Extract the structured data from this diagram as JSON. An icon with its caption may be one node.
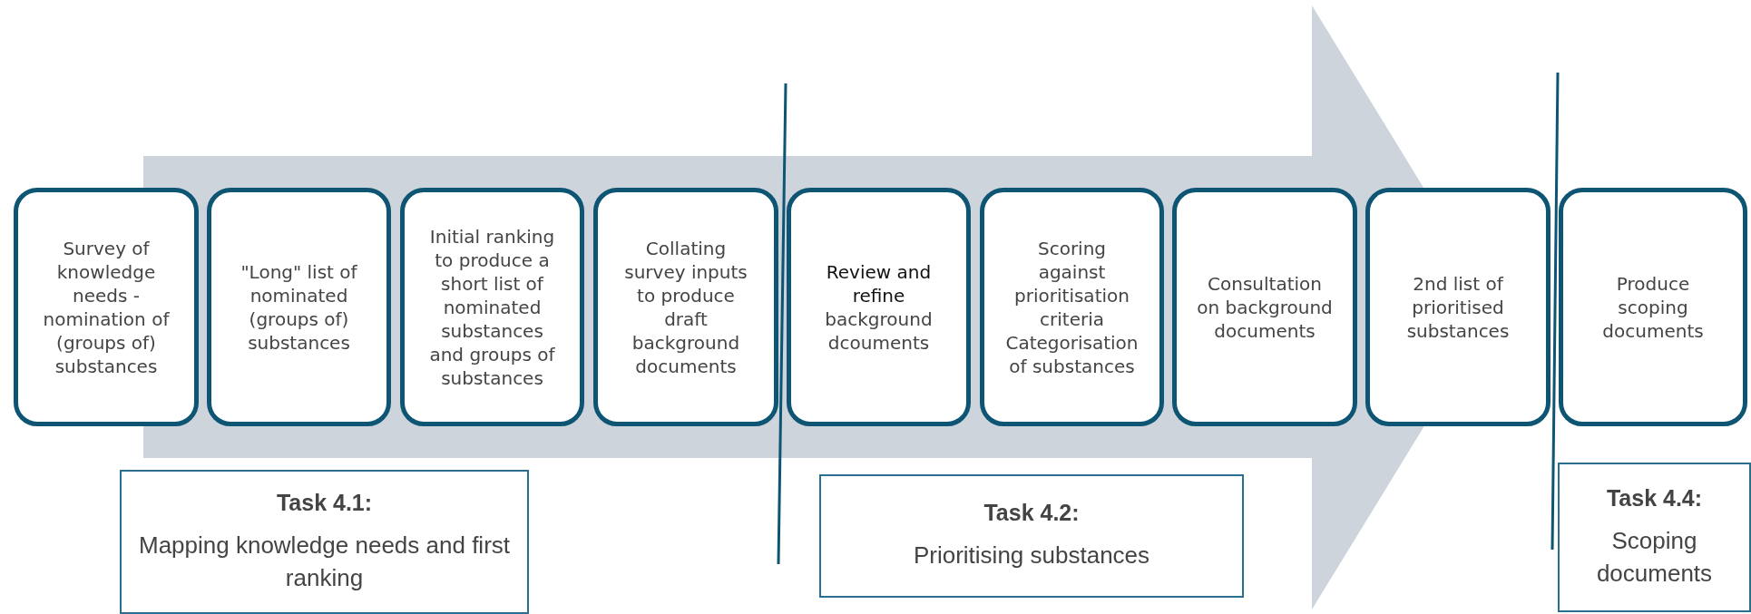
{
  "diagram": {
    "nodes": [
      {
        "text": [
          "Survey of knowledge needs - nomination of (groups of) substances"
        ]
      },
      {
        "text": [
          "\"Long\" list of nominated (groups of) substances"
        ]
      },
      {
        "text": [
          "Initial ranking to produce a short list of nominated substances and groups of substances"
        ]
      },
      {
        "text": [
          "Collating survey inputs to produce draft background documents"
        ]
      },
      {
        "text": [
          "Review and refine background dcouments"
        ]
      },
      {
        "text": [
          "Scoring against prioritisation criteria Categorisation of substances"
        ]
      },
      {
        "text": [
          "Consultation on background documents"
        ]
      },
      {
        "text": [
          "2nd list of prioritised substances"
        ]
      },
      {
        "text": [
          "Produce scoping documents"
        ]
      },
      {
        "text": [
          "Task 4.1:",
          "Mapping knowledge needs and first ranking"
        ]
      },
      {
        "text": [
          "Task 4.2:",
          "Prioritising substances"
        ]
      },
      {
        "text": [
          "Task 4.4:",
          "Scoping documents"
        ]
      }
    ]
  }
}
